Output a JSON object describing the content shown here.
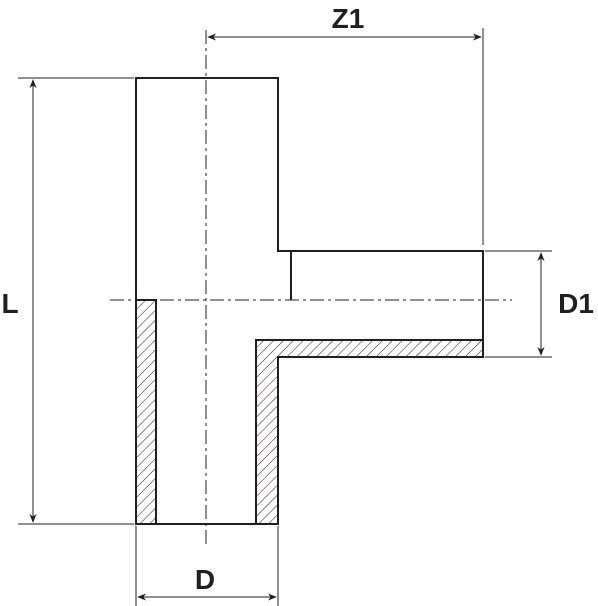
{
  "labels": {
    "z1": "Z1",
    "l": "L",
    "d1": "D1",
    "d": "D"
  }
}
